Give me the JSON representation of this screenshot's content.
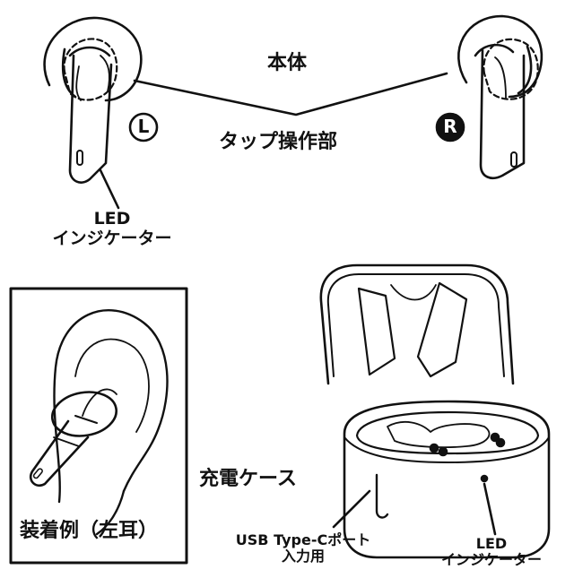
{
  "labels": {
    "body": "本体",
    "tap_area": "タップ操作部",
    "left_marker": "L",
    "right_marker": "R",
    "earbud_led": {
      "line1": "LED",
      "line2": "インジケーター"
    },
    "wearing_example": "装着例（左耳）",
    "charging_case": "充電ケース",
    "usb_port": {
      "line1": "USB Type-Cポート",
      "line2": "入力用"
    },
    "case_led": {
      "line1": "LED",
      "line2": "インジケーター"
    }
  },
  "colors": {
    "line": "#111111",
    "background": "#ffffff"
  }
}
